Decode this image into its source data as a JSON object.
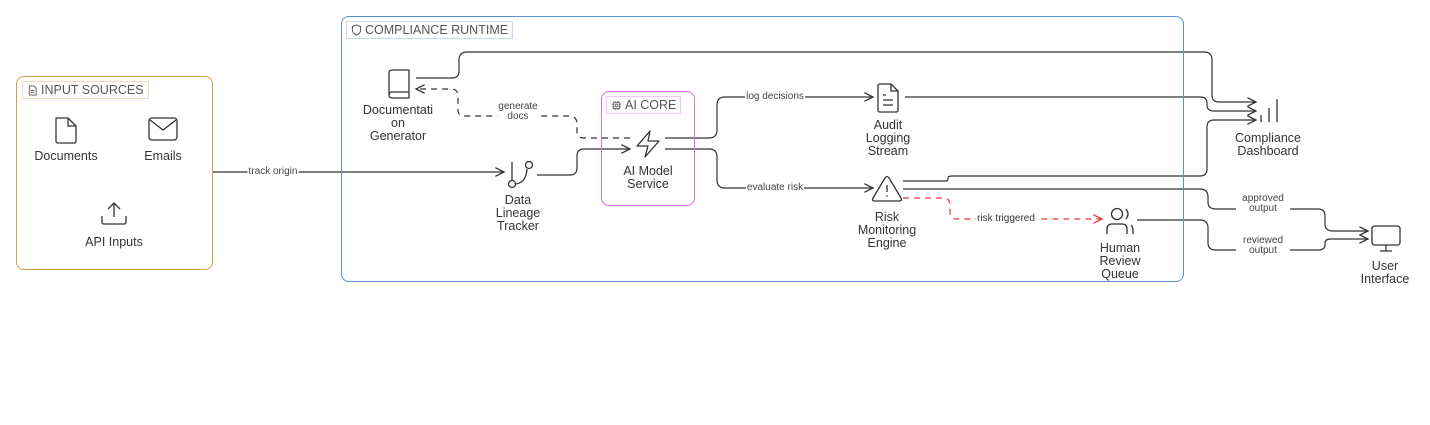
{
  "groups": {
    "input_sources": {
      "label": "INPUT SOURCES",
      "icon": "file-text-icon",
      "color": "#d4a04a"
    },
    "compliance_runtime": {
      "label": "COMPLIANCE RUNTIME",
      "icon": "shield-icon",
      "color": "#5b8fd9"
    },
    "ai_core": {
      "label": "AI CORE",
      "icon": "cpu-icon",
      "color": "#d86be0"
    }
  },
  "nodes": {
    "documents": {
      "label": "Documents",
      "icon": "file-icon"
    },
    "emails": {
      "label": "Emails",
      "icon": "mail-icon"
    },
    "api_inputs": {
      "label": "API Inputs",
      "icon": "upload-icon"
    },
    "doc_generator": {
      "label": "Documentati\non\nGenerator",
      "icon": "book-icon"
    },
    "data_lineage": {
      "label": "Data\nLineage\nTracker",
      "icon": "git-branch-icon"
    },
    "ai_model": {
      "label": "AI Model\nService",
      "icon": "zap-icon"
    },
    "audit_logging": {
      "label": "Audit\nLogging\nStream",
      "icon": "file-lines-icon"
    },
    "risk_monitoring": {
      "label": "Risk\nMonitoring\nEngine",
      "icon": "alert-triangle-icon"
    },
    "human_review": {
      "label": "Human\nReview\nQueue",
      "icon": "users-icon"
    },
    "compliance_dashboard": {
      "label": "Compliance\nDashboard",
      "icon": "bar-chart-icon"
    },
    "user_interface": {
      "label": "User\nInterface",
      "icon": "monitor-icon"
    }
  },
  "edges": {
    "track_origin": "track origin",
    "generate_docs": "generate\ndocs",
    "log_decisions": "log decisions",
    "evaluate_risk": "evaluate risk",
    "risk_triggered": "risk triggered",
    "approved_output": "approved\noutput",
    "reviewed_output": "reviewed\noutput"
  },
  "colors": {
    "edge": "#333333",
    "alert_edge": "#e83a3a"
  }
}
